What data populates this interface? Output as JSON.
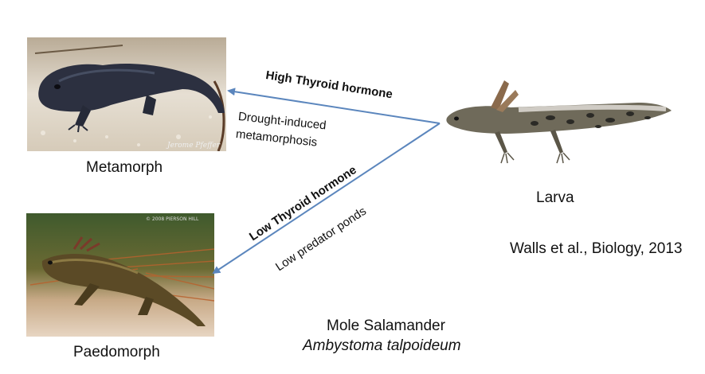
{
  "labels": {
    "metamorph": "Metamorph",
    "paedomorph": "Paedomorph",
    "larva": "Larva"
  },
  "arrows": {
    "high": "High Thyroid hormone",
    "drought_line1": "Drought-induced",
    "drought_line2": "metamorphosis",
    "low": "Low Thyroid hormone",
    "low_predator": "Low predator ponds",
    "color": "#5b86bd"
  },
  "citation": "Walls et al., Biology, 2013",
  "species": {
    "common": "Mole Salamander",
    "scientific": "Ambystoma talpoideum"
  },
  "photo_marks": {
    "signature": "Jerome Pfeffer",
    "copyright": "© 2008 PIERSON HILL"
  }
}
